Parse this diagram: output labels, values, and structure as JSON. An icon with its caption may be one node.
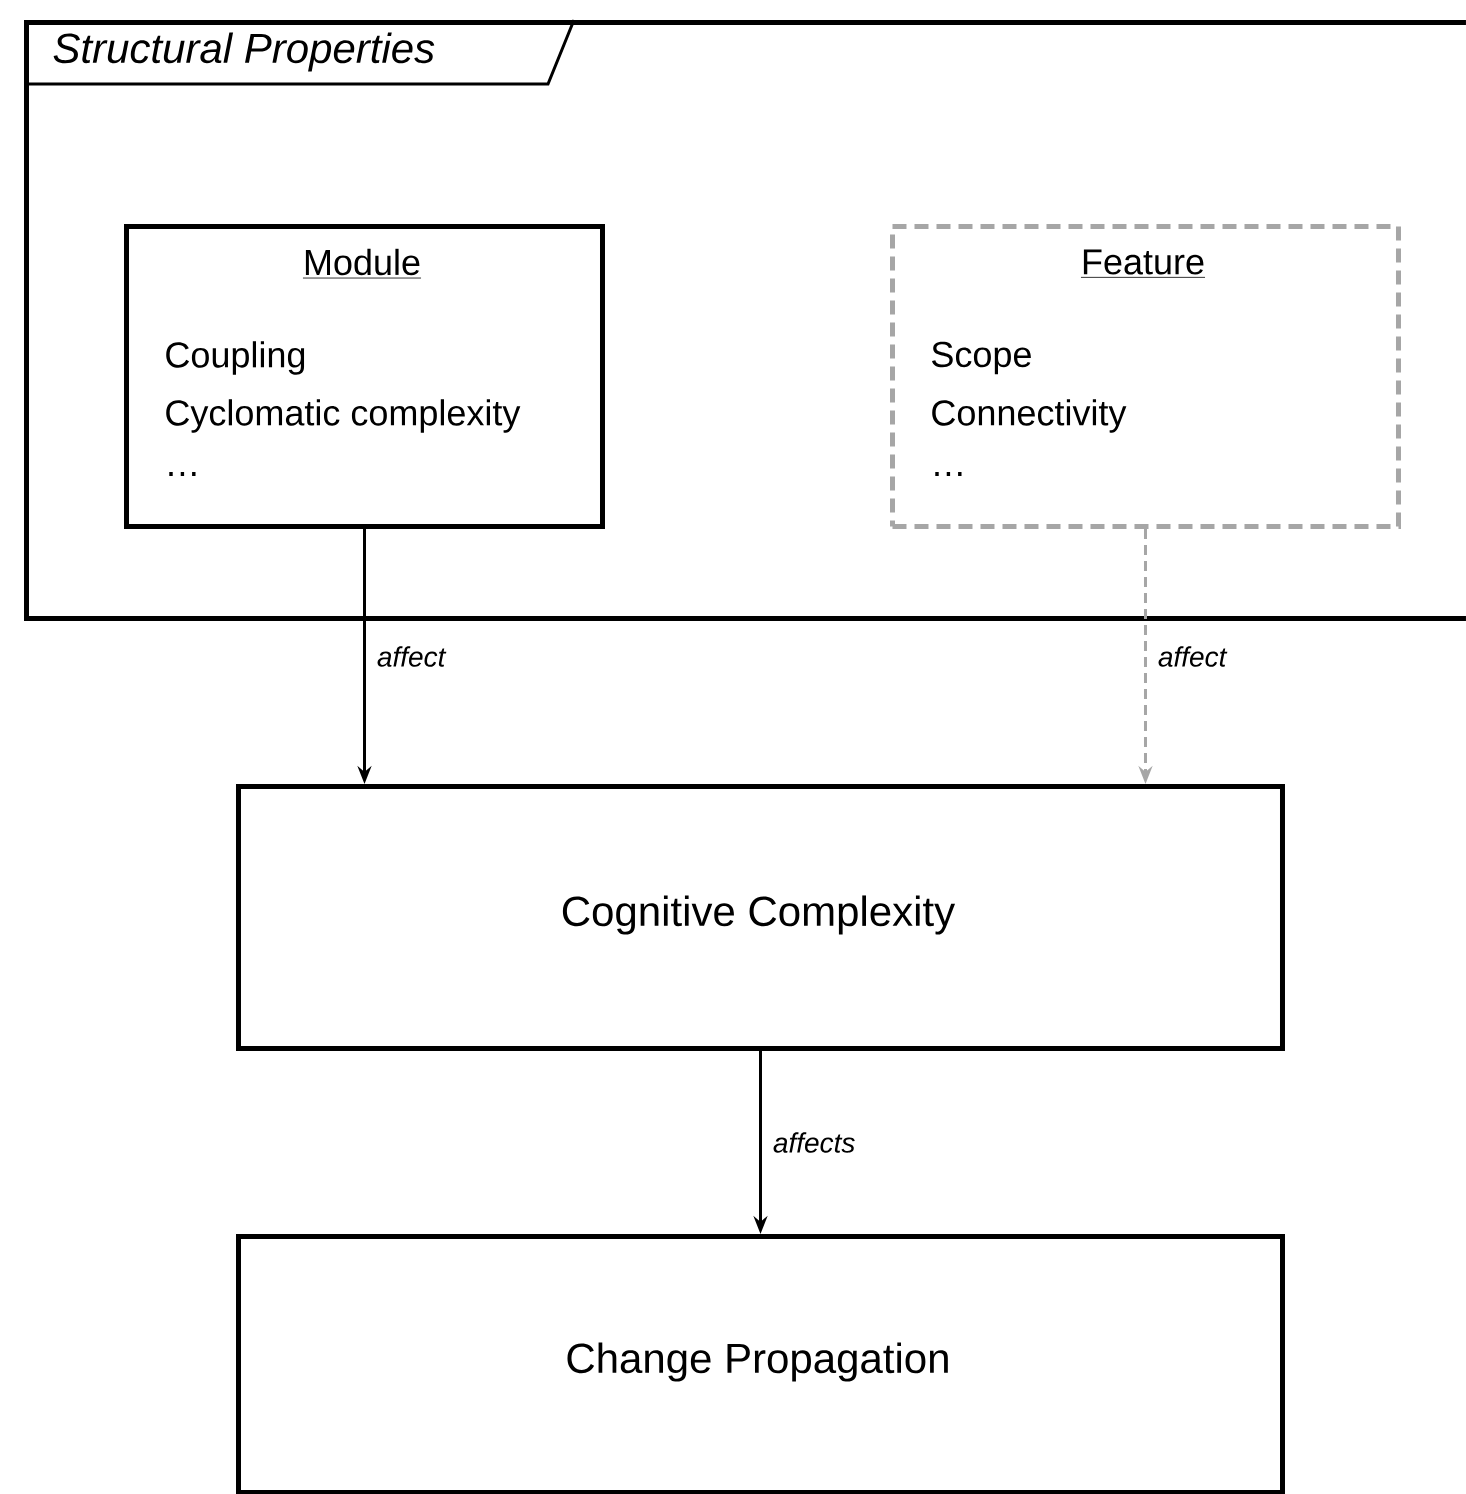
{
  "diagram": {
    "nodes": [
      {
        "text": [
          "Structural Properties"
        ]
      },
      {
        "text": [
          "Module",
          "Coupling",
          "Cyclomatic complexity",
          "…"
        ],
        "in": 0
      },
      {
        "text": [
          "Feature",
          "Scope",
          "Connectivity",
          "…"
        ],
        "in": 0
      },
      {
        "text": [
          "Cognitive Complexity"
        ]
      },
      {
        "text": [
          "Change Propagation"
        ]
      }
    ],
    "edges": [
      {
        "from": 1,
        "to": 3,
        "arrow": "to",
        "label": "affect"
      },
      {
        "from": 2,
        "to": 3,
        "arrow": "to",
        "label": "affect",
        "style": "dashed",
        "color": "#a6a6a6"
      },
      {
        "from": 3,
        "to": 4,
        "arrow": "to",
        "label": "affects"
      }
    ]
  }
}
